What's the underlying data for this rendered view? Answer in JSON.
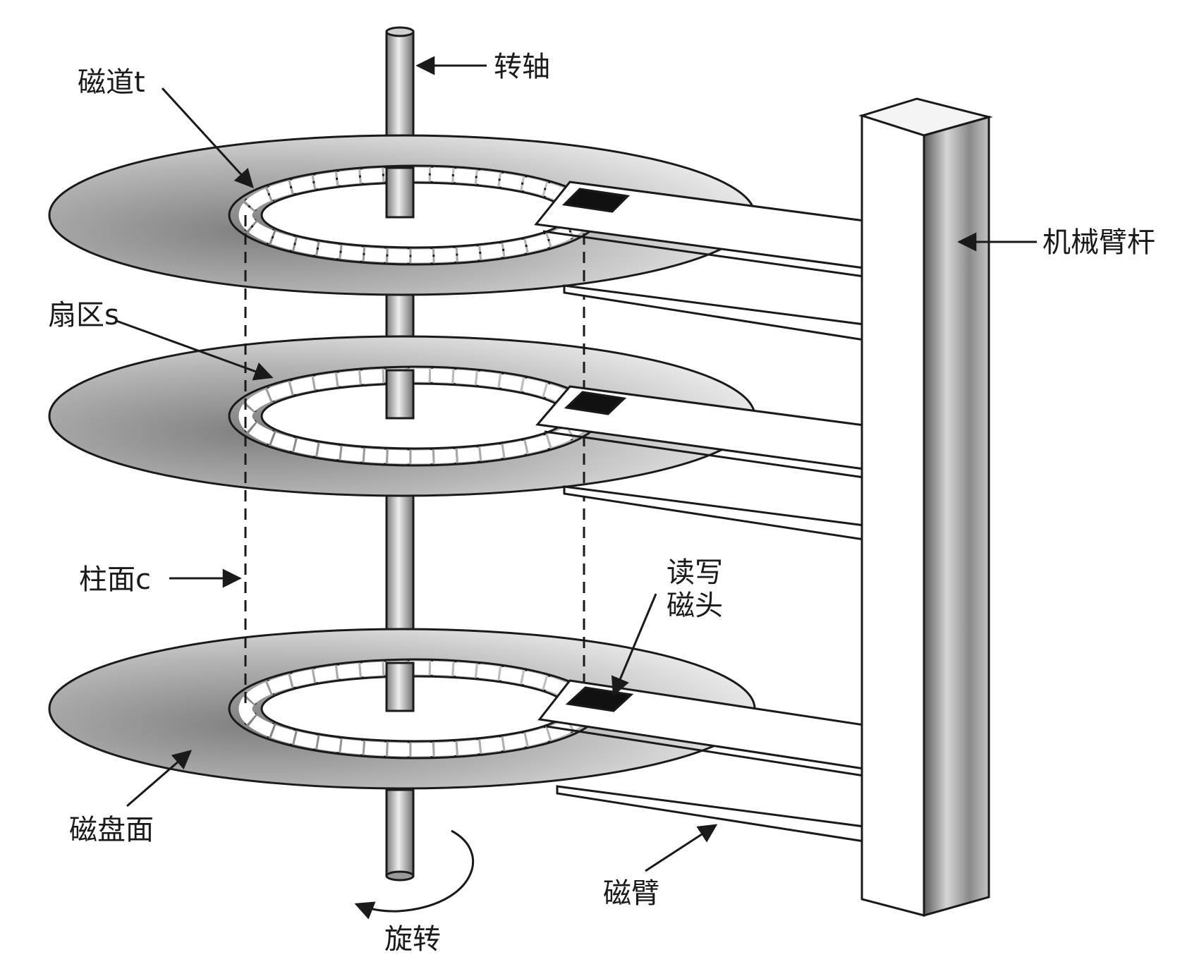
{
  "labels": {
    "spindle": "转轴",
    "track": "磁道t",
    "arm_rod": "机械臂杆",
    "sector": "扇区s",
    "cylinder": "柱面c",
    "head_line1": "读写",
    "head_line2": "磁头",
    "platter_surface": "磁盘面",
    "arm": "磁臂",
    "rotation": "旋转"
  },
  "colors": {
    "ink": "#1a1a1a",
    "platter_dark": "#8f8f8f",
    "platter_light": "#e2e2e2",
    "head": "#111111"
  }
}
